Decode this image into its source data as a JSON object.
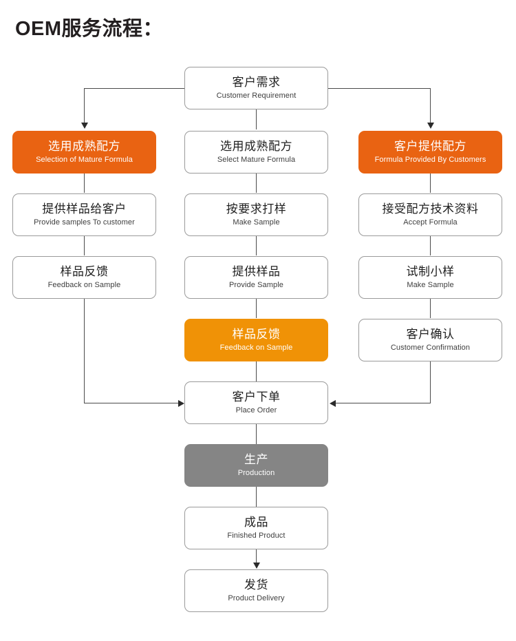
{
  "title": "OEM服务流程：",
  "colors": {
    "orange": "#e96312",
    "amber": "#f09206",
    "gray": "#858585",
    "line": "#4a4a4a",
    "box_border": "#9a9a9a",
    "text": "#1f1f1f",
    "background": "#ffffff"
  },
  "chart_data": {
    "type": "diagram",
    "title": "OEM服务流程：",
    "subtype": "flowchart",
    "orientation": "top-to-bottom, three parallel branches merging",
    "nodes": [
      {
        "id": "customer_requirement",
        "cn": "客户需求",
        "en": "Customer Requirement",
        "style": "plain",
        "column": "center",
        "row": 1
      },
      {
        "id": "selection_mature_formula",
        "cn": "选用成熟配方",
        "en": "Selection of Mature Formula",
        "style": "orange",
        "column": "left",
        "row": 2
      },
      {
        "id": "select_mature_formula",
        "cn": "选用成熟配方",
        "en": "Select Mature Formula",
        "style": "plain",
        "column": "center",
        "row": 2
      },
      {
        "id": "formula_provided_by_customers",
        "cn": "客户提供配方",
        "en": "Formula  Provided By Customers",
        "style": "orange",
        "column": "right",
        "row": 2
      },
      {
        "id": "provide_samples_to_customer",
        "cn": "提供样品给客户",
        "en": "Provide samples To customer",
        "style": "plain",
        "column": "left",
        "row": 3
      },
      {
        "id": "make_sample_center",
        "cn": "按要求打样",
        "en": "Make Sample",
        "style": "plain",
        "column": "center",
        "row": 3
      },
      {
        "id": "accept_formula",
        "cn": "接受配方技术资料",
        "en": "Accept Formula",
        "style": "plain",
        "column": "right",
        "row": 3
      },
      {
        "id": "feedback_on_sample_left",
        "cn": "样品反馈",
        "en": "Feedback on Sample",
        "style": "plain",
        "column": "left",
        "row": 4
      },
      {
        "id": "provide_sample_center",
        "cn": "提供样品",
        "en": "Provide Sample",
        "style": "plain",
        "column": "center",
        "row": 4
      },
      {
        "id": "make_sample_right",
        "cn": "试制小样",
        "en": "Make Sample",
        "style": "plain",
        "column": "right",
        "row": 4
      },
      {
        "id": "feedback_on_sample_center",
        "cn": "样品反馈",
        "en": "Feedback on Sample",
        "style": "amber",
        "column": "center",
        "row": 5
      },
      {
        "id": "customer_confirmation",
        "cn": "客户确认",
        "en": "Customer Confirmation",
        "style": "plain",
        "column": "right",
        "row": 5
      },
      {
        "id": "place_order",
        "cn": "客户下单",
        "en": "Place Order",
        "style": "plain",
        "column": "center",
        "row": 6
      },
      {
        "id": "production",
        "cn": "生产",
        "en": "Production",
        "style": "gray",
        "column": "center",
        "row": 7
      },
      {
        "id": "finished_product",
        "cn": "成品",
        "en": "Finished Product",
        "style": "plain",
        "column": "center",
        "row": 8
      },
      {
        "id": "product_delivery",
        "cn": "发货",
        "en": "Product Delivery",
        "style": "plain",
        "column": "center",
        "row": 9
      }
    ],
    "edges": [
      {
        "from": "customer_requirement",
        "to": "selection_mature_formula",
        "arrow": true
      },
      {
        "from": "customer_requirement",
        "to": "select_mature_formula",
        "arrow": false
      },
      {
        "from": "customer_requirement",
        "to": "formula_provided_by_customers",
        "arrow": true
      },
      {
        "from": "selection_mature_formula",
        "to": "provide_samples_to_customer",
        "arrow": false
      },
      {
        "from": "provide_samples_to_customer",
        "to": "feedback_on_sample_left",
        "arrow": false
      },
      {
        "from": "feedback_on_sample_left",
        "to": "place_order",
        "arrow": true
      },
      {
        "from": "select_mature_formula",
        "to": "make_sample_center",
        "arrow": false
      },
      {
        "from": "make_sample_center",
        "to": "provide_sample_center",
        "arrow": false
      },
      {
        "from": "provide_sample_center",
        "to": "feedback_on_sample_center",
        "arrow": false
      },
      {
        "from": "feedback_on_sample_center",
        "to": "place_order",
        "arrow": false
      },
      {
        "from": "formula_provided_by_customers",
        "to": "accept_formula",
        "arrow": false
      },
      {
        "from": "accept_formula",
        "to": "make_sample_right",
        "arrow": false
      },
      {
        "from": "make_sample_right",
        "to": "customer_confirmation",
        "arrow": false
      },
      {
        "from": "customer_confirmation",
        "to": "place_order",
        "arrow": true
      },
      {
        "from": "place_order",
        "to": "production",
        "arrow": false
      },
      {
        "from": "production",
        "to": "finished_product",
        "arrow": false
      },
      {
        "from": "finished_product",
        "to": "product_delivery",
        "arrow": true
      }
    ]
  }
}
